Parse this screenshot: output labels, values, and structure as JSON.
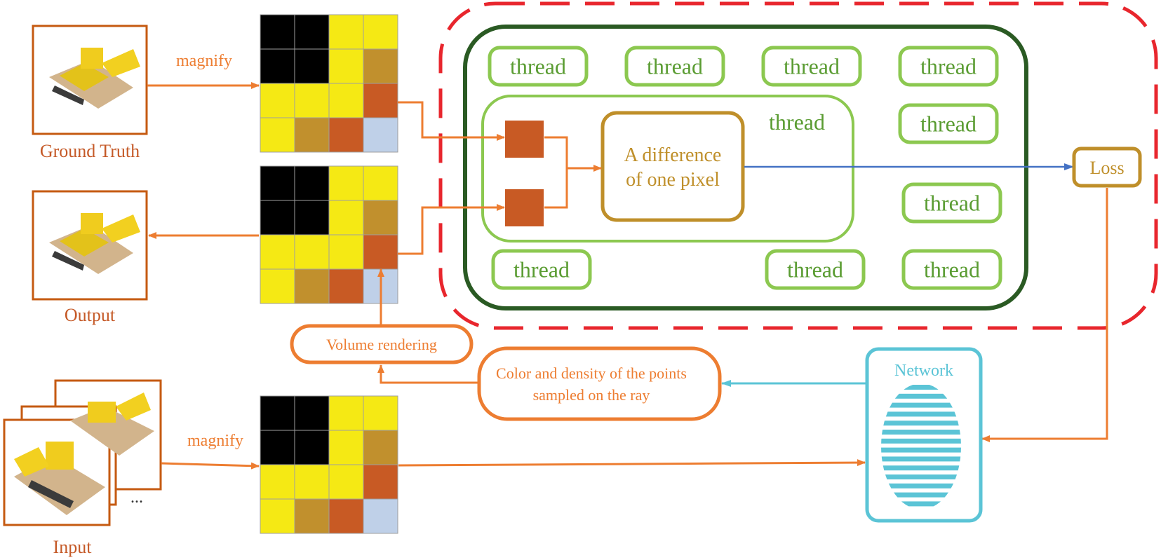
{
  "labels": {
    "ground_truth": "Ground Truth",
    "output": "Output",
    "input": "Input",
    "magnify_top": "magnify",
    "magnify_bottom": "magnify",
    "ellipsis": "...",
    "volume_rendering": "Volume rendering",
    "color_density_line1": "Color and density of the points",
    "color_density_line2": "sampled on the ray",
    "network": "Network",
    "diff_line1": "A difference",
    "diff_line2": "of one pixel",
    "loss": "Loss",
    "thread_main": "thread",
    "threads": [
      "thread",
      "thread",
      "thread",
      "thread",
      "thread",
      "thread",
      "thread",
      "thread",
      "thread"
    ]
  },
  "pixel_grid": [
    [
      "#000000",
      "#000000",
      "#f5e914",
      "#f5e914"
    ],
    [
      "#000000",
      "#000000",
      "#f5e914",
      "#c1902d"
    ],
    [
      "#f5e914",
      "#f5e914",
      "#f5e914",
      "#c85a24"
    ],
    [
      "#f5e914",
      "#c1902d",
      "#c85a24",
      "#bfd0e8"
    ]
  ],
  "colors": {
    "orange": "#ed7d31",
    "dark_orange": "#c55a11",
    "brown_text": "#c55a28",
    "gold": "#bf8f2a",
    "light_green": "#8cc850",
    "green_text": "#5a9c32",
    "dark_green": "#2a5a23",
    "red_dash": "#e8262d",
    "cyan": "#5bc4d6",
    "blue_arrow": "#4472c4"
  }
}
